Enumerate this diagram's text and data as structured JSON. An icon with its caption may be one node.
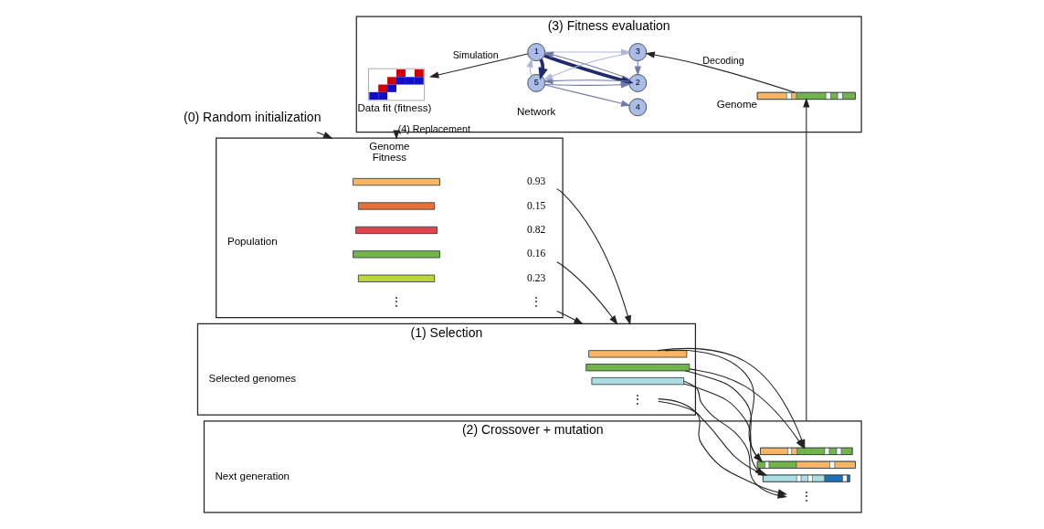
{
  "diagram": {
    "nodes": [
      {
        "text": [
          "(0) Random initialization"
        ]
      },
      {
        "text": [
          "Genome",
          "Fitness"
        ],
        "beside": [
          "Population"
        ]
      },
      {
        "text": [],
        "shape": "bar",
        "in": 1
      },
      {
        "text": [],
        "shape": "bar",
        "in": 1
      },
      {
        "text": [],
        "shape": "bar",
        "in": 1
      },
      {
        "text": [],
        "shape": "bar",
        "in": 1
      },
      {
        "text": [],
        "shape": "bar",
        "in": 1
      },
      {
        "text": [
          "⋮"
        ],
        "in": 1
      },
      {
        "text": [
          "0.93"
        ],
        "in": 1
      },
      {
        "text": [
          "0.15"
        ],
        "in": 1
      },
      {
        "text": [
          "0.82"
        ],
        "in": 1
      },
      {
        "text": [
          "0.16"
        ],
        "in": 1
      },
      {
        "text": [
          "0.23"
        ],
        "in": 1
      },
      {
        "text": [
          "⋮"
        ],
        "in": 1
      },
      {
        "text": [
          "(1) Selection"
        ],
        "beside": [
          "Selected genomes"
        ]
      },
      {
        "text": [],
        "shape": "bar",
        "in": 14
      },
      {
        "text": [],
        "shape": "bar",
        "in": 14
      },
      {
        "text": [],
        "shape": "bar",
        "in": 14
      },
      {
        "text": [
          "⋮"
        ],
        "in": 14
      },
      {
        "text": [
          "(2) Crossover + mutation"
        ],
        "beside": [
          "Next generation"
        ]
      },
      {
        "text": [],
        "shape": "bar",
        "in": 19
      },
      {
        "text": [],
        "shape": "bar",
        "in": 19
      },
      {
        "text": [],
        "shape": "bar",
        "in": 19
      },
      {
        "text": [
          "⋮"
        ],
        "in": 19
      },
      {
        "text": [
          "(3) Fitness evaluation"
        ]
      },
      {
        "text": [],
        "shape": "picture",
        "in": 24,
        "beside": [
          "Data fit (fitness)"
        ]
      },
      {
        "text": [
          "1"
        ],
        "in": 24
      },
      {
        "text": [
          "2"
        ],
        "in": 24
      },
      {
        "text": [
          "3"
        ],
        "in": 24
      },
      {
        "text": [
          "4"
        ],
        "in": 24
      },
      {
        "text": [
          "5"
        ],
        "in": 24
      },
      {
        "text": [],
        "shape": "bar",
        "in": 24,
        "beside": [
          "Genome"
        ]
      }
    ],
    "edges": [
      {
        "from": 0,
        "to": 1,
        "arrow": "to"
      },
      {
        "from": 8,
        "to": 14,
        "arrow": "to"
      },
      {
        "from": 11,
        "to": 14,
        "arrow": "to"
      },
      {
        "from": 13,
        "to": 14,
        "arrow": "to"
      },
      {
        "from": 15,
        "to": 20,
        "arrow": "to"
      },
      {
        "from": 15,
        "to": 21,
        "arrow": "to"
      },
      {
        "from": 16,
        "to": 20,
        "arrow": "to"
      },
      {
        "from": 16,
        "to": 21,
        "arrow": "to"
      },
      {
        "from": 17,
        "to": 22,
        "arrow": "to"
      },
      {
        "from": 17,
        "to": 23,
        "arrow": "to"
      },
      {
        "from": 18,
        "to": 22,
        "arrow": "to"
      },
      {
        "from": 18,
        "to": 23,
        "arrow": "to"
      },
      {
        "from": 19,
        "to": 31,
        "arrow": "to"
      },
      {
        "from": 31,
        "to": 28,
        "arrow": "to",
        "label": "Decoding"
      },
      {
        "from": 26,
        "to": 25,
        "arrow": "to",
        "label": "Simulation"
      },
      {
        "from": 24,
        "to": 1,
        "arrow": "to",
        "label": "(4) Replacement"
      },
      {
        "from": 26,
        "to": 27,
        "arrow": "to",
        "style": "thick",
        "color": "#1f2a6e"
      },
      {
        "from": 27,
        "to": 26,
        "arrow": "to",
        "color": "#6e7aa8"
      },
      {
        "from": 26,
        "to": 28,
        "arrow": "to",
        "color": "#b0b6d6"
      },
      {
        "from": 26,
        "to": 30,
        "arrow": "to",
        "style": "thick",
        "color": "#1f2a6e"
      },
      {
        "from": 27,
        "to": 30,
        "arrow": "to",
        "color": "#6e7aa8"
      },
      {
        "from": 30,
        "to": 27,
        "arrow": "to",
        "color": "#6e7aa8"
      },
      {
        "from": 28,
        "to": 27,
        "arrow": "to",
        "color": "#6e7aa8"
      },
      {
        "from": 28,
        "to": 30,
        "arrow": "to",
        "color": "#b0b6d6"
      },
      {
        "from": 30,
        "to": 26,
        "arrow": "to",
        "color": "#b0b6d6"
      },
      {
        "from": 30,
        "to": 29,
        "arrow": "to",
        "color": "#6e7aa8"
      }
    ],
    "labels": [
      "Network"
    ]
  }
}
